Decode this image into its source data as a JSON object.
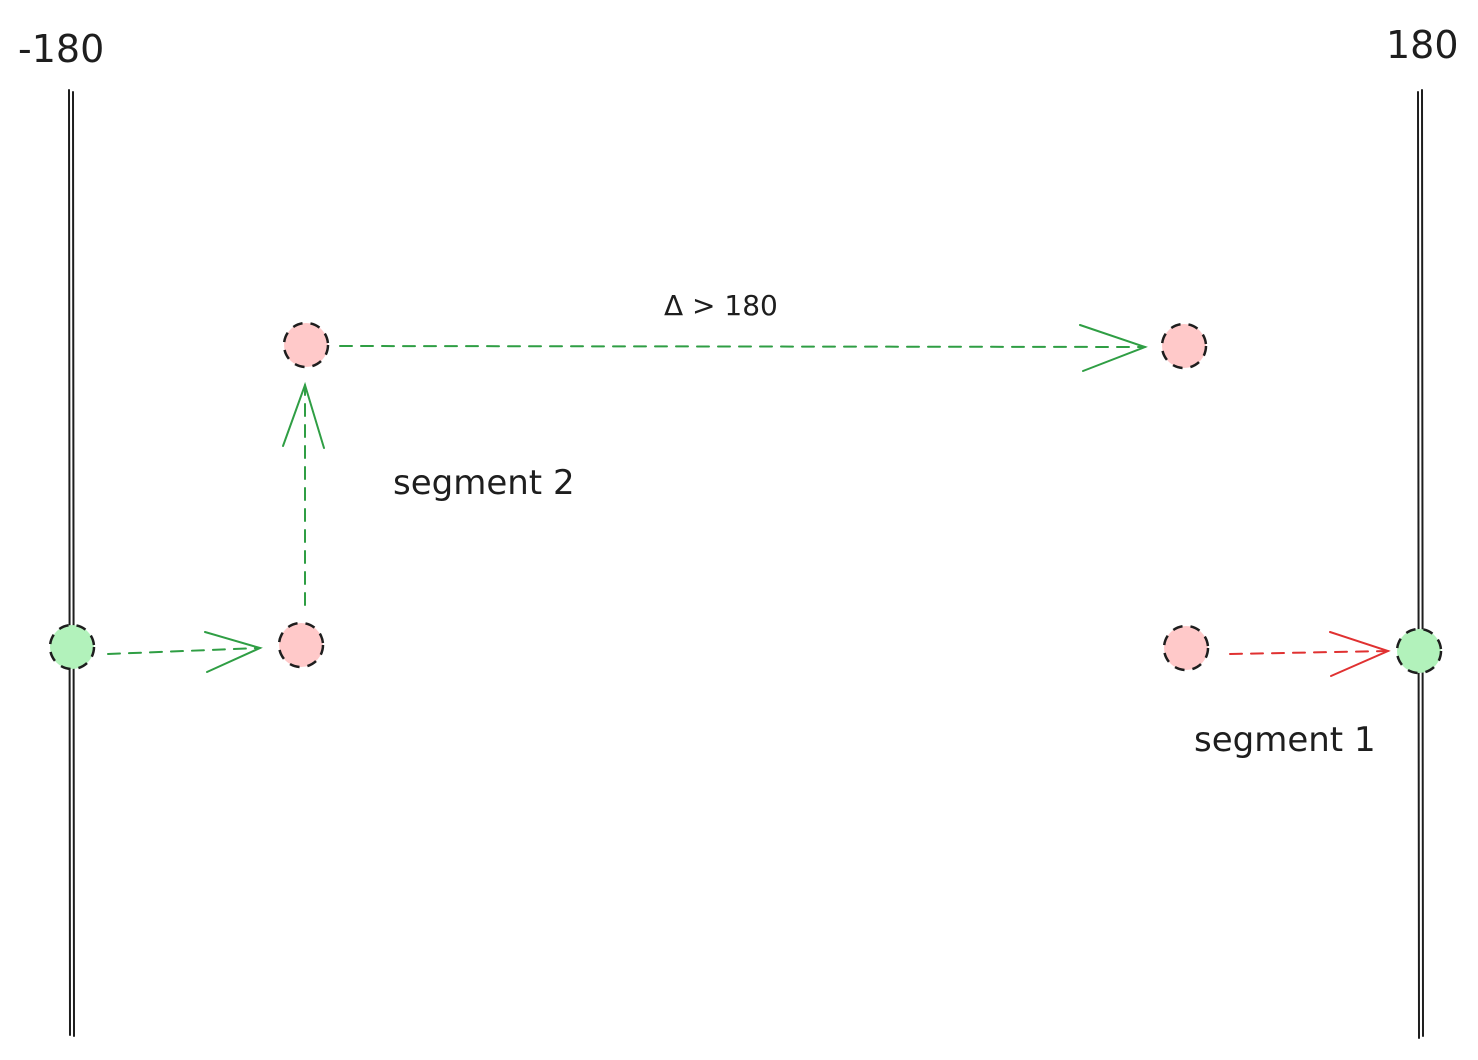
{
  "labels": {
    "min_longitude": "-180",
    "max_longitude": "180",
    "delta": "Δ > 180",
    "segment_2": "segment 2",
    "segment_1": "segment 1"
  },
  "colors": {
    "boundary_line": "#1e1e1e",
    "endpoint_fill": "#b2f2bb",
    "waypoint_fill": "#ffc9c9",
    "node_outline": "#1e1e1e",
    "segment_2_arrow": "#2f9e44",
    "segment_1_arrow": "#e03131",
    "text": "#1e1e1e"
  },
  "nodes": [
    {
      "id": "start-endpoint",
      "kind": "endpoint"
    },
    {
      "id": "waypoint-1",
      "kind": "waypoint"
    },
    {
      "id": "waypoint-2",
      "kind": "waypoint"
    },
    {
      "id": "waypoint-3",
      "kind": "waypoint"
    },
    {
      "id": "waypoint-4",
      "kind": "waypoint"
    },
    {
      "id": "end-endpoint",
      "kind": "endpoint"
    }
  ],
  "arrows": [
    {
      "from": "start-endpoint",
      "to": "waypoint-1",
      "segment": "segment_2"
    },
    {
      "from": "waypoint-1",
      "to": "waypoint-2",
      "segment": "segment_2"
    },
    {
      "from": "waypoint-2",
      "to": "waypoint-3",
      "segment": "segment_2"
    },
    {
      "from": "waypoint-4",
      "to": "end-endpoint",
      "segment": "segment_1"
    }
  ]
}
